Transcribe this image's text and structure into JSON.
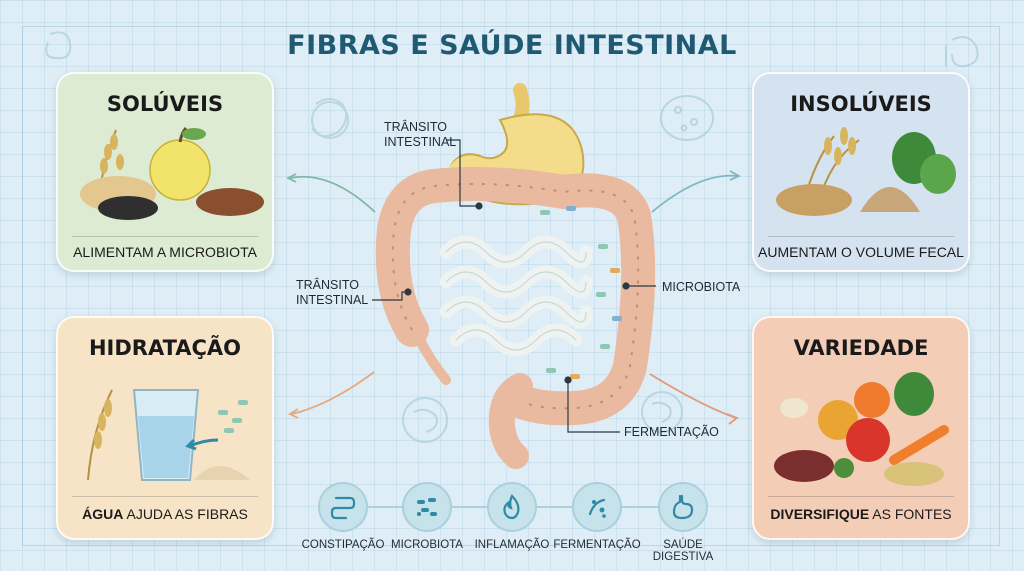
{
  "title": "FIBRAS E SAÚDE INTESTINAL",
  "cards": {
    "soluveis": {
      "title": "SOLÚVEIS",
      "caption": "ALIMENTAM A MICROBIOTA"
    },
    "insoluveis": {
      "title": "INSOLÚVEIS",
      "caption": "AUMENTAM O VOLUME FECAL"
    },
    "hidratacao": {
      "title": "HIDRATAÇÃO",
      "caption_bold": "ÁGUA",
      "caption_rest": " AJUDA AS FIBRAS"
    },
    "variedade": {
      "title": "VARIEDADE",
      "caption_bold": "DIVERSIFIQUE",
      "caption_rest": " AS FONTES"
    }
  },
  "labels": {
    "transit_top_1": "TRÂNSITO",
    "transit_top_2": "INTESTINAL",
    "transit_left_1": "TRÂNSITO",
    "transit_left_2": "INTESTINAL",
    "microbiota": "MICROBIOTA",
    "fermentacao": "FERMENTAÇÃO"
  },
  "bottom_icons": [
    {
      "label": "CONSTIPAÇÃO",
      "icon": "intestine-icon"
    },
    {
      "label": "MICROBIOTA",
      "icon": "bacteria-icon"
    },
    {
      "label": "INFLAMAÇÃO",
      "icon": "flame-icon"
    },
    {
      "label": "FERMENTAÇÃO",
      "icon": "fermentation-icon"
    },
    {
      "label": "SAÚDE DIGESTIVA",
      "icon": "stomach-icon"
    }
  ],
  "colors": {
    "title": "#1f5a72",
    "soluveis_bg": "#dcebd2",
    "insoluveis_bg": "#d5e3f1",
    "hidratacao_bg": "#f7e4c6",
    "variedade_bg": "#f4cdb7",
    "intestine": "#e9b9a0",
    "stomach": "#f3dd8a"
  }
}
